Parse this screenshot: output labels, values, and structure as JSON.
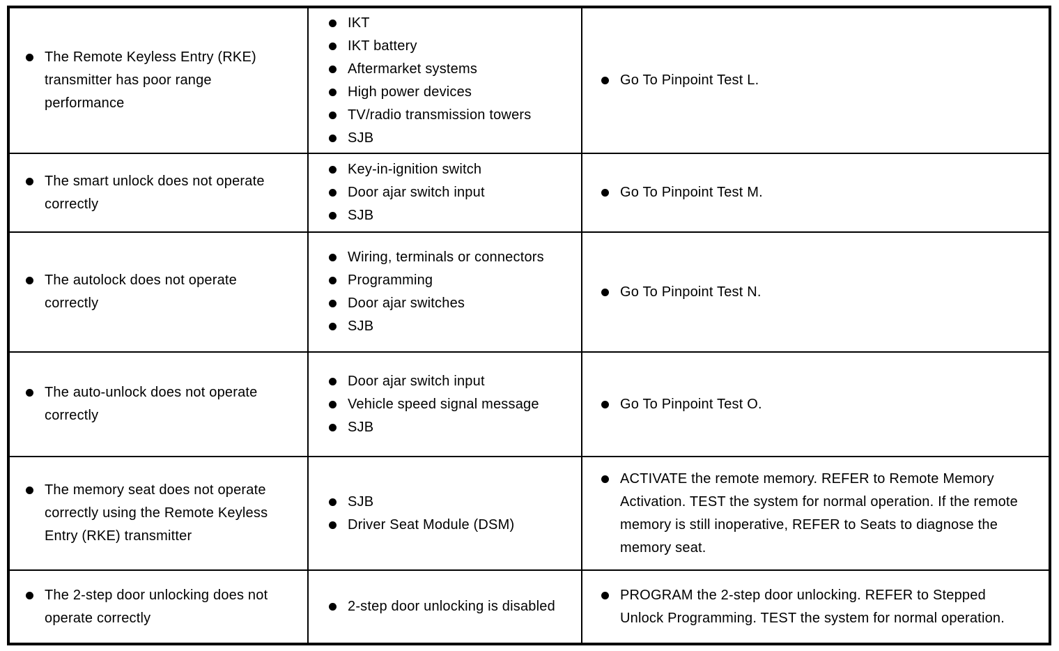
{
  "document": {
    "background_color": "#ffffff",
    "border_color": "#000000",
    "text_color": "#000000"
  },
  "table": {
    "description": "diagnostic symptom chart",
    "rows": [
      {
        "condition": [
          "The Remote Keyless Entry (RKE) transmitter has poor range performance"
        ],
        "sources": [
          "IKT",
          "IKT battery",
          "Aftermarket systems",
          "High power devices",
          "TV/radio transmission towers",
          "SJB"
        ],
        "action": [
          "Go To Pinpoint Test L."
        ]
      },
      {
        "condition": [
          "The smart unlock does not operate correctly"
        ],
        "sources": [
          "Key-in-ignition switch",
          "Door ajar switch input",
          "SJB"
        ],
        "action": [
          "Go To Pinpoint Test M."
        ]
      },
      {
        "condition": [
          "The autolock does not operate correctly"
        ],
        "sources": [
          "Wiring, terminals or connectors",
          "Programming",
          "Door ajar switches",
          "SJB"
        ],
        "action": [
          "Go To Pinpoint Test N."
        ]
      },
      {
        "condition": [
          "The auto-unlock does not operate correctly"
        ],
        "sources": [
          "Door ajar switch input",
          "Vehicle speed signal message",
          "SJB"
        ],
        "action": [
          "Go To Pinpoint Test O."
        ]
      },
      {
        "condition": [
          "The memory seat does not operate correctly using the Remote Keyless Entry (RKE) transmitter"
        ],
        "sources": [
          "SJB",
          "Driver Seat Module (DSM)"
        ],
        "action": [
          "ACTIVATE the remote memory. REFER to Remote Memory Activation. TEST the system for normal operation. If the remote memory is still inoperative, REFER to Seats to diagnose the memory seat."
        ]
      },
      {
        "condition": [
          "The 2-step door unlocking does not operate correctly"
        ],
        "sources": [
          "2-step door unlocking is disabled"
        ],
        "action": [
          "PROGRAM the 2-step door unlocking. REFER to Stepped Unlock Programming. TEST the system for normal operation."
        ]
      }
    ]
  }
}
